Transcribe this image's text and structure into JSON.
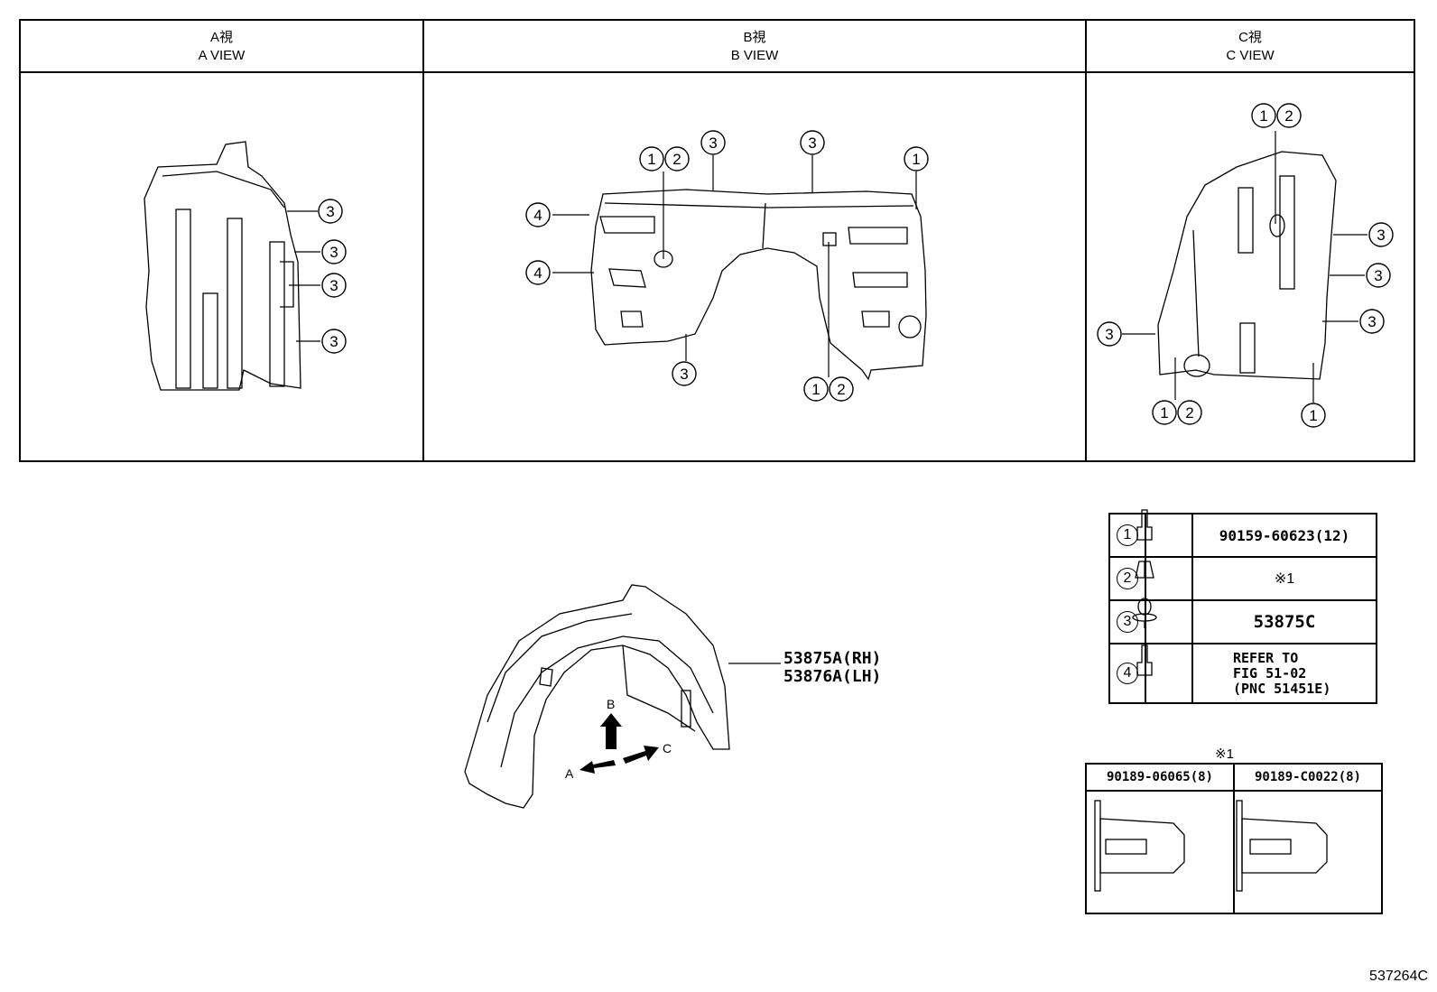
{
  "views": {
    "a": {
      "title_jp": "A視",
      "title_en": "A VIEW"
    },
    "b": {
      "title_jp": "B視",
      "title_en": "B VIEW"
    },
    "c": {
      "title_jp": "C視",
      "title_en": "C VIEW"
    }
  },
  "callouts": {
    "n1": "1",
    "n2": "2",
    "n3": "3",
    "n4": "4"
  },
  "main_part": {
    "rh": "53875A(RH)",
    "lh": "53876A(LH)"
  },
  "arrows": {
    "a": "A",
    "b": "B",
    "c": "C"
  },
  "legend": {
    "rows": [
      {
        "num": "1",
        "part": "90159-60623(12)",
        "icon": "screw-icon"
      },
      {
        "num": "2",
        "part": "※1",
        "icon": "clip-nut-icon"
      },
      {
        "num": "3",
        "part": "53875C",
        "icon": "push-clip-icon"
      },
      {
        "num": "4",
        "part_lines": [
          "REFER TO",
          "FIG 51-02",
          "(PNC 51451E)"
        ],
        "icon": "screw-icon"
      }
    ]
  },
  "note1": {
    "mark": "※1",
    "col1": "90189-06065(8)",
    "col2": "90189-C0022(8)"
  },
  "figure_id": "537264C"
}
